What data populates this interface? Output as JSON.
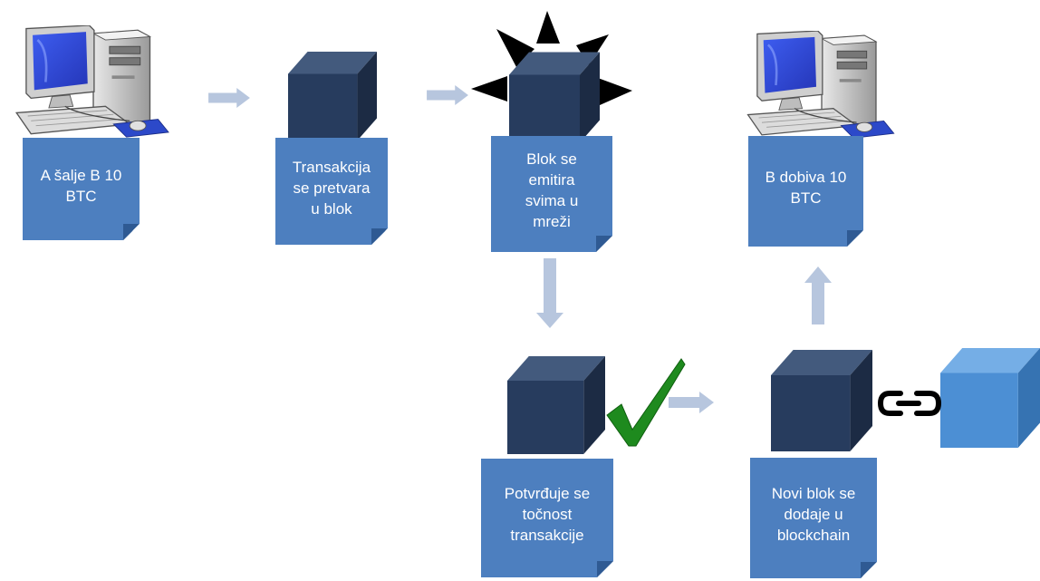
{
  "steps": {
    "send": "A šalje B 10\nBTC",
    "to_block": "Transakcija\nse pretvara\nu blok",
    "broadcast": "Blok se\nemitira\nsvima u\nmreži",
    "receive": "B dobiva 10\nBTC",
    "verify": "Potvrđuje se\ntočnost\ntransakcije",
    "append": "Novi blok se\ndodaje u\nblockchain"
  },
  "colors": {
    "note_fill": "#4d7fbf",
    "note_fold": "#2f5a93",
    "cube_front": "#273c5e",
    "cube_top": "#435a7d",
    "cube_side": "#1c2b44",
    "chain_cube_front": "#4c8fd4",
    "chain_cube_top": "#75aee6",
    "chain_cube_side": "#3673b2",
    "arrow": "#b7c6de",
    "check": "#1e8a1e",
    "burst": "#000000"
  },
  "icons": [
    "computer-icon",
    "block-cube-icon",
    "broadcast-burst-icon",
    "checkmark-icon",
    "chain-link-icon",
    "arrow-icon"
  ]
}
